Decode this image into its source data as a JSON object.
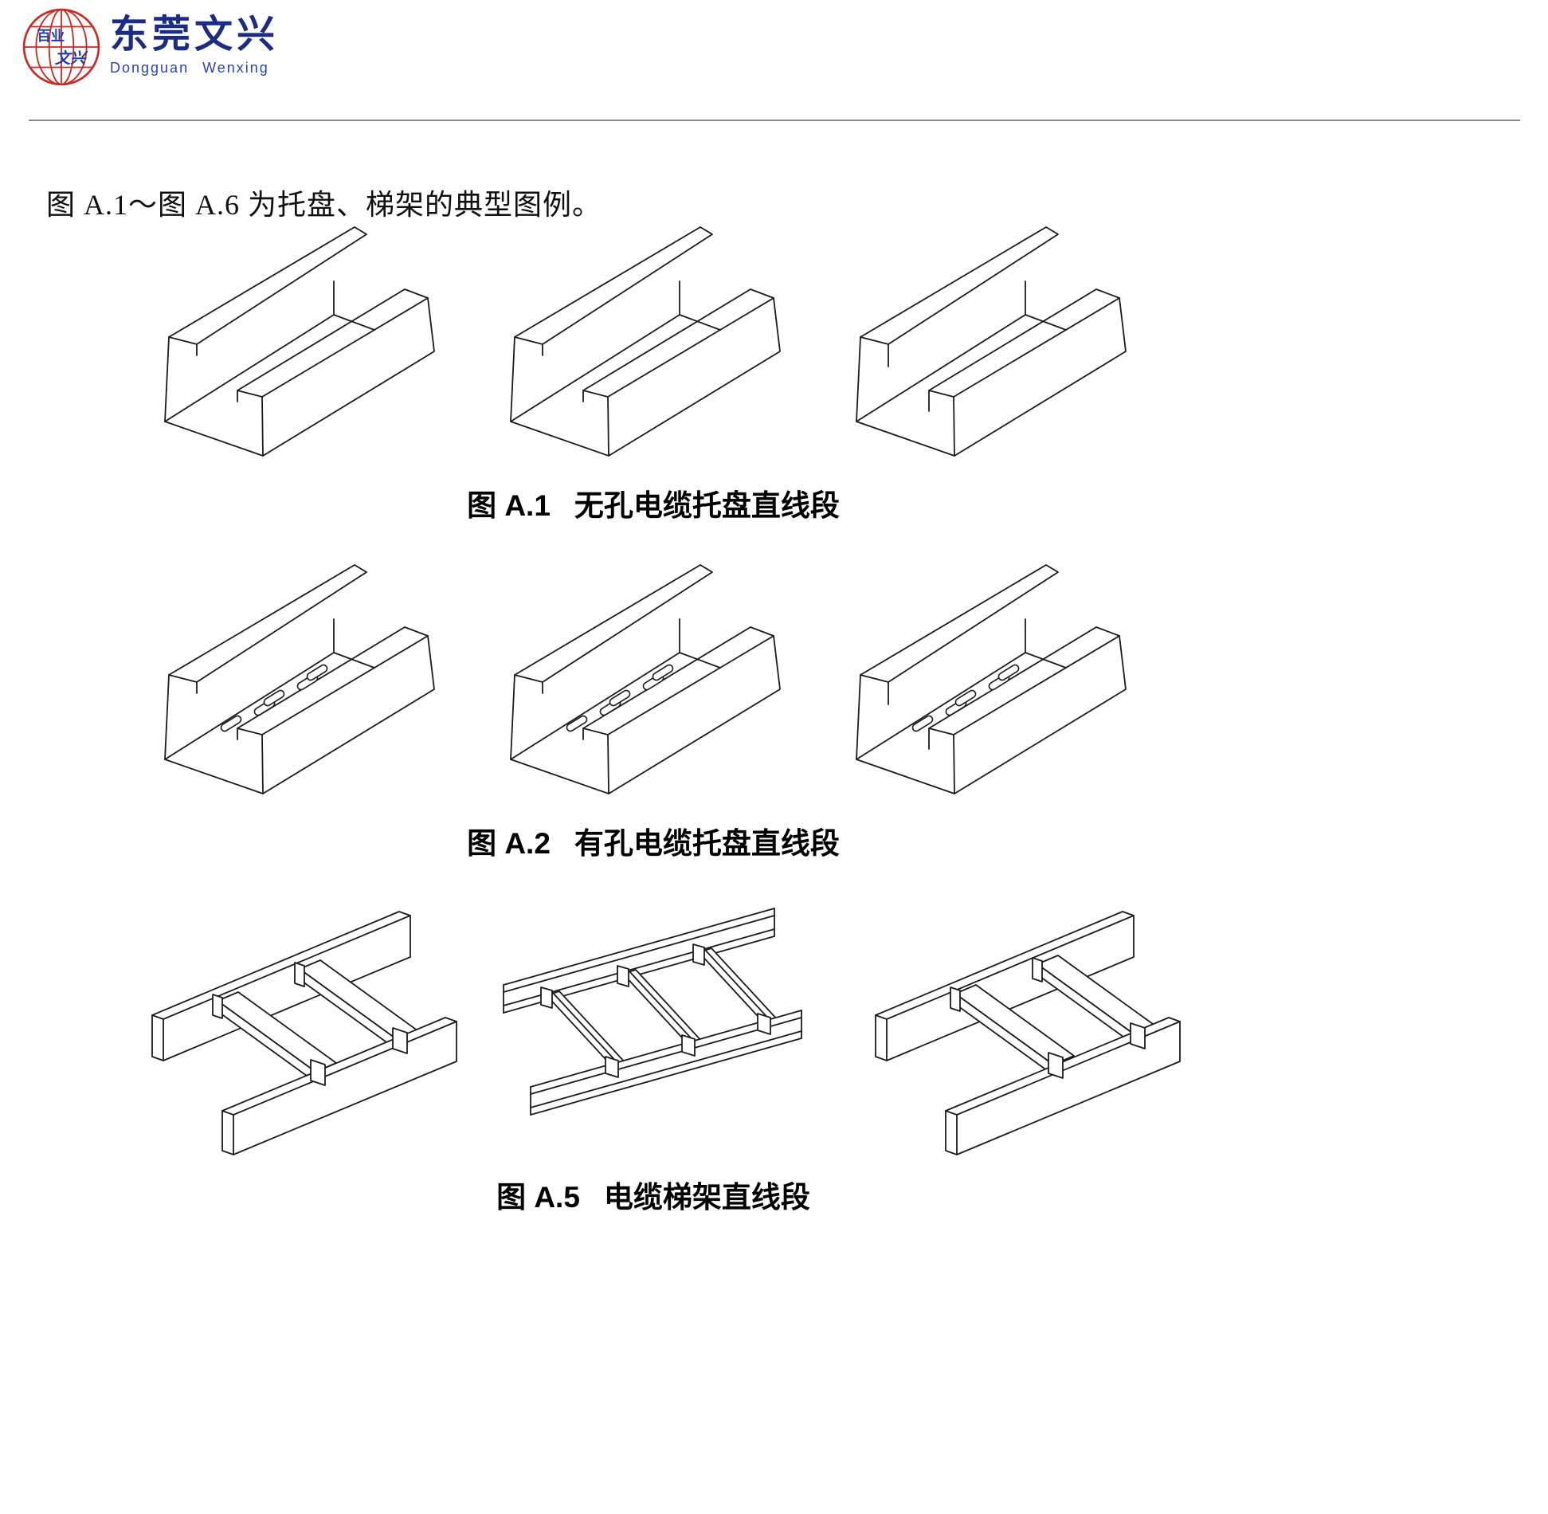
{
  "logo": {
    "brand_cn": "东莞文兴",
    "brand_en": "Dongguan Wenxing",
    "globe_text_1": "百业",
    "globe_text_2": "文兴"
  },
  "intro": "图 A.1～图 A.6 为托盘、梯架的典型图例。",
  "figures": [
    {
      "label": "图 A.1",
      "caption": "无孔电缆托盘直线段",
      "type": "unperforated-cable-tray"
    },
    {
      "label": "图 A.2",
      "caption": "有孔电缆托盘直线段",
      "type": "perforated-cable-tray"
    },
    {
      "label": "图 A.5",
      "caption": "电缆梯架直线段",
      "type": "cable-ladder"
    }
  ]
}
